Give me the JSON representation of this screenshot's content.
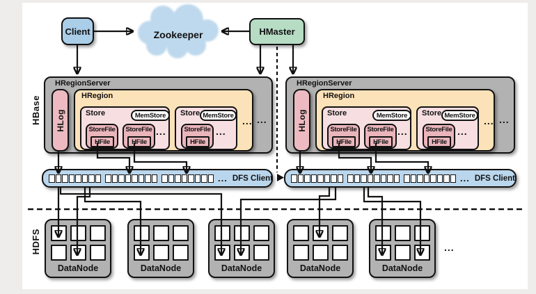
{
  "top": {
    "client": "Client",
    "zookeeper": "Zookeeper",
    "hmaster": "HMaster"
  },
  "sections": {
    "hbase": "HBase",
    "hdfs": "HDFS"
  },
  "region_servers": [
    {
      "title": "HRegionServer",
      "hlog": "HLog",
      "ellipsis": "...",
      "region": {
        "title": "HRegion",
        "ellipsis": "...",
        "stores": [
          {
            "label": "Store",
            "memstore": "MemStore",
            "ellipsis": "...",
            "storefiles": [
              {
                "label": "StoreFile",
                "hfile": "HFile"
              },
              {
                "label": "StoreFile",
                "hfile": "HFile"
              }
            ]
          },
          {
            "label": "Store",
            "memstore": "MemStore",
            "ellipsis": "...",
            "storefiles": [
              {
                "label": "StoreFile",
                "hfile": "HFile"
              }
            ]
          }
        ]
      }
    },
    {
      "title": "HRegionServer",
      "hlog": "HLog",
      "ellipsis": "...",
      "region": {
        "title": "HRegion",
        "ellipsis": "...",
        "stores": [
          {
            "label": "Store",
            "memstore": "MemStore",
            "ellipsis": "...",
            "storefiles": [
              {
                "label": "StoreFile",
                "hfile": "HFile"
              },
              {
                "label": "StoreFile",
                "hfile": "HFile"
              }
            ]
          },
          {
            "label": "Store",
            "memstore": "MemStore",
            "ellipsis": "...",
            "storefiles": [
              {
                "label": "StoreFile",
                "hfile": "HFile"
              }
            ]
          }
        ]
      }
    }
  ],
  "dfs_clients": [
    {
      "label": "DFS Client",
      "ellipsis": "...",
      "block_groups": 3,
      "blocks_per_group": 8
    },
    {
      "label": "DFS Client",
      "ellipsis": "...",
      "block_groups": 3,
      "blocks_per_group": 8
    }
  ],
  "datanodes": {
    "blocks_per_node": 6,
    "ellipsis": "...",
    "items": [
      {
        "label": "DataNode"
      },
      {
        "label": "DataNode"
      },
      {
        "label": "DataNode"
      },
      {
        "label": "DataNode"
      },
      {
        "label": "DataNode"
      }
    ]
  },
  "colors": {
    "client_blue": "#aacde8",
    "zookeeper_cloud": "#bed9ee",
    "hmaster_green": "#b6dcc4",
    "server_gray": "#b2b2b2",
    "hlog_pink": "#ecbac0",
    "hregion_orange": "#fce2b8",
    "store_pink": "#f6dee1",
    "storefile_pink": "#eab5bb",
    "dfs_blue": "#bad6ec",
    "line_black": "#111111"
  }
}
